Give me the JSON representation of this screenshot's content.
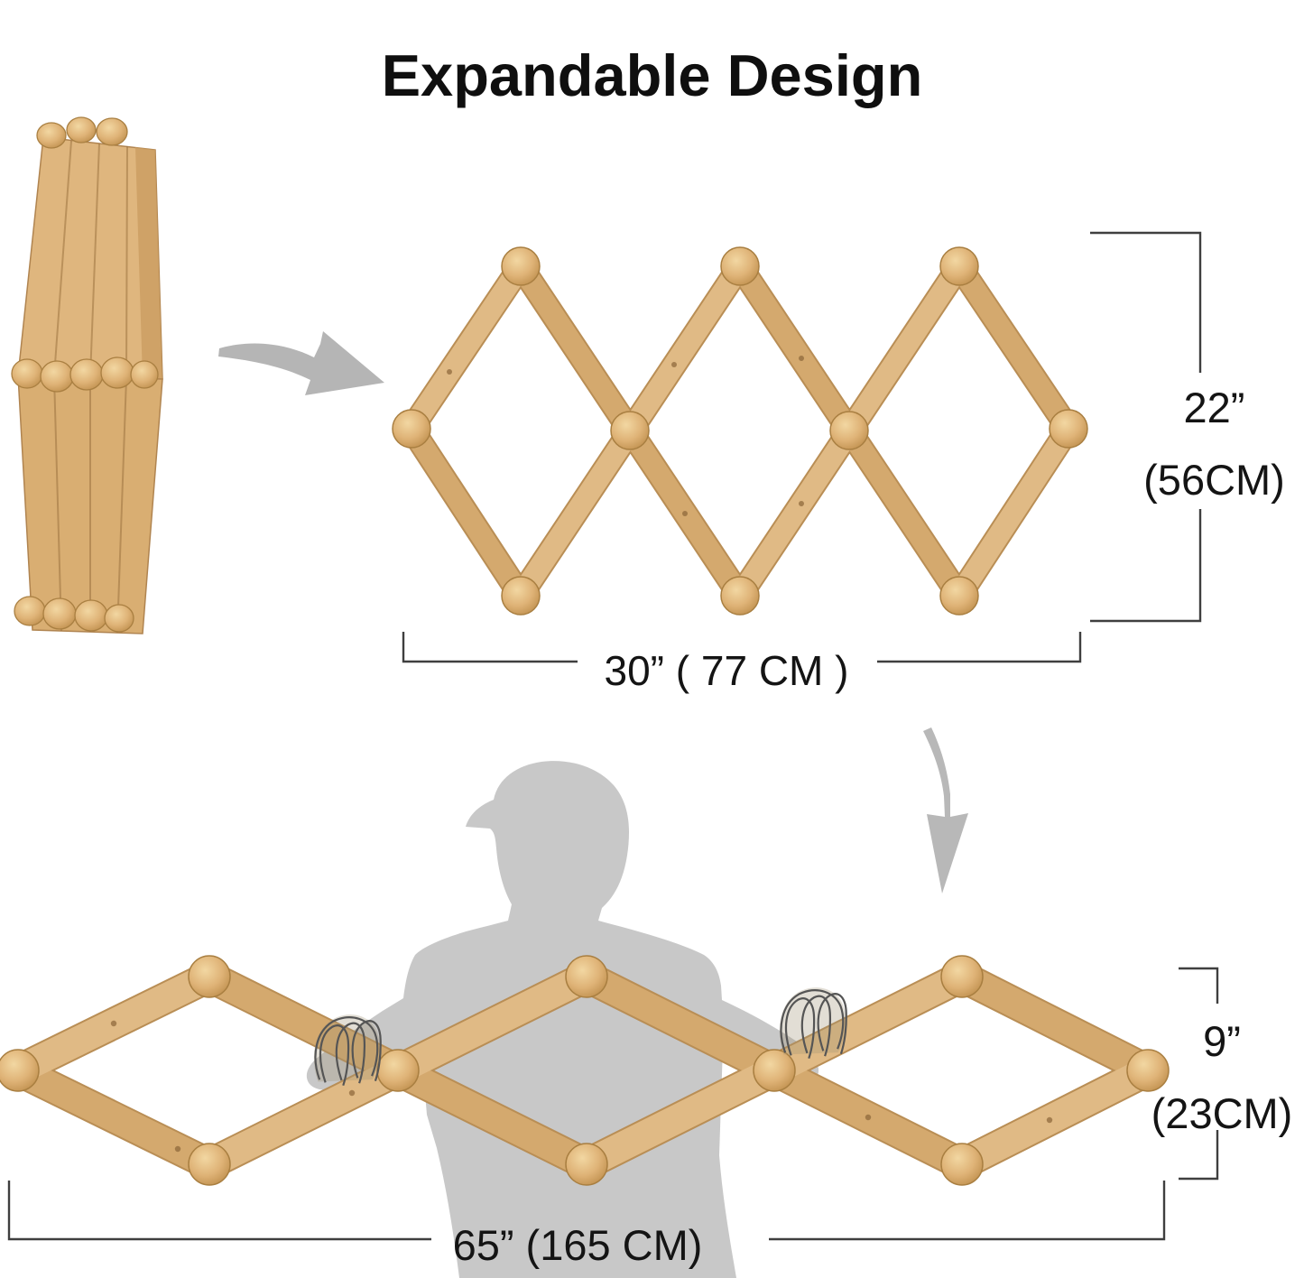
{
  "title": "Expandable Design",
  "annotations": {
    "expanded_height": "22”",
    "expanded_height_metric": "(56CM)",
    "expanded_width": "30” ( 77 CM )",
    "stretched_height": "9”",
    "stretched_height_metric": "(23CM)",
    "stretched_width": "65” (165 CM)"
  },
  "colors": {
    "wood": "#d4a96e",
    "wood_light": "#e0ba85",
    "wood_dark": "#c09463",
    "peg": "#dfb377",
    "silhouette": "#c8c8c8",
    "arrow": "#b5b5b5",
    "dimension_line": "#3f3f3f",
    "text": "#0f0f0f"
  }
}
